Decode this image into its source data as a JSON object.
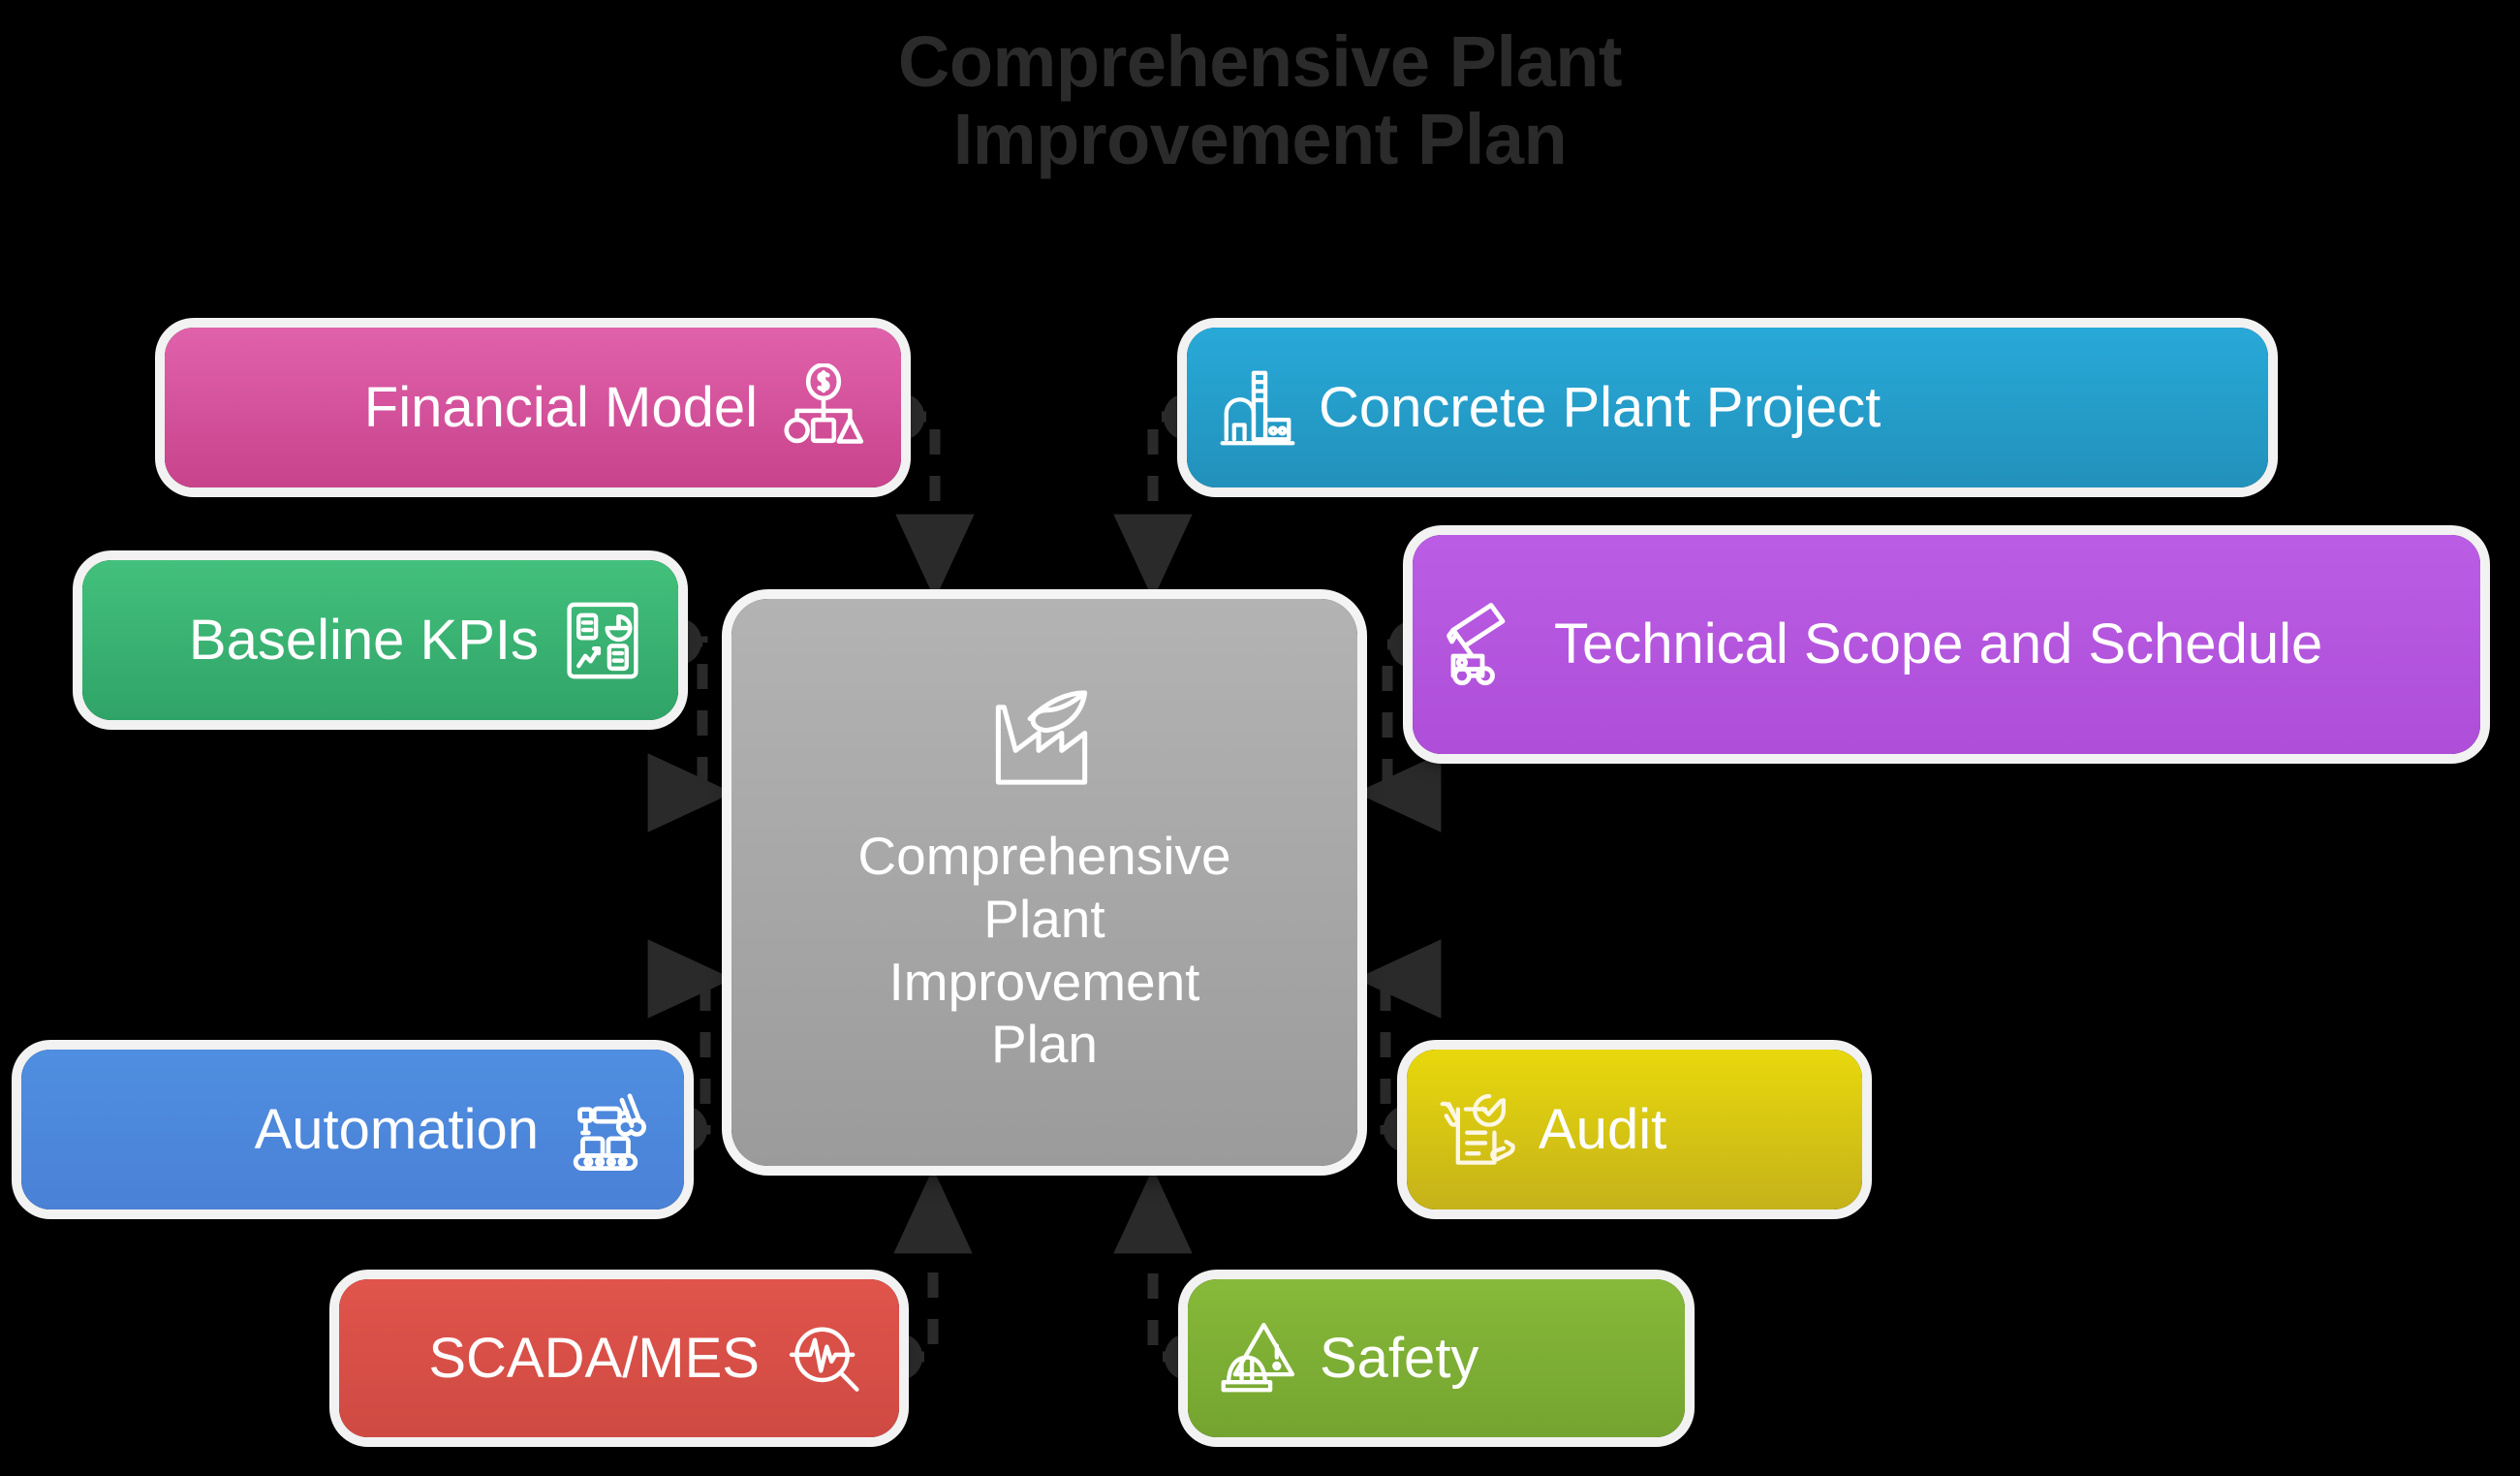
{
  "title": "Comprehensive Plant\nImprovement Plan",
  "title_color": "#2b2b2b",
  "background_color": "#000000",
  "center": {
    "label": "Comprehensive\nPlant\nImprovement\nPlan",
    "icon": "factory-eco-icon",
    "color_start": "#b3b3b3",
    "color_end": "#9b9b9b",
    "text_color": "#ffffff"
  },
  "connector": {
    "style": "dashed-elbow",
    "color": "#2a2a2a",
    "arrowheads": "both-ends"
  },
  "nodes": [
    {
      "id": "financial-model",
      "label": "Financial Model",
      "icon": "money-model-icon",
      "side": "left",
      "color_start": "#e062ab",
      "color_end": "#c8438c"
    },
    {
      "id": "baseline-kpis",
      "label": "Baseline KPIs",
      "icon": "kpi-dashboard-icon",
      "side": "left",
      "color_start": "#43c07c",
      "color_end": "#30a468"
    },
    {
      "id": "automation",
      "label": "Automation",
      "icon": "robot-arm-icon",
      "side": "left",
      "color_start": "#4f8ee0",
      "color_end": "#4a81d6"
    },
    {
      "id": "scada-mes",
      "label": "SCADA/MES",
      "icon": "pulse-magnifier-icon",
      "side": "left",
      "color_start": "#e0544b",
      "color_end": "#cf4a43"
    },
    {
      "id": "concrete-plant-project",
      "label": "Concrete Plant Project",
      "icon": "plant-factory-icon",
      "side": "right",
      "color_start": "#28a9d8",
      "color_end": "#2291bb"
    },
    {
      "id": "technical-scope-and-schedule",
      "label": "Technical Scope and Schedule",
      "icon": "crane-truck-icon",
      "side": "right",
      "color_start": "#bb5de4",
      "color_end": "#ae4ed9"
    },
    {
      "id": "audit",
      "label": "Audit",
      "icon": "clipboard-check-hand-icon",
      "side": "right",
      "color_start": "#e8d80c",
      "color_end": "#c5b21a"
    },
    {
      "id": "safety",
      "label": "Safety",
      "icon": "hardhat-warning-icon",
      "side": "right",
      "color_start": "#87b93a",
      "color_end": "#74a42f"
    }
  ]
}
